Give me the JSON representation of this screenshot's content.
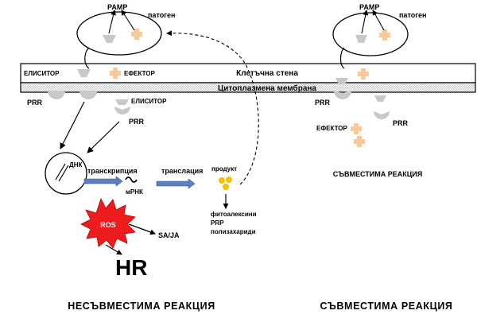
{
  "labels": {
    "pamp_left": "PAMP",
    "pathogen_left": "патоген",
    "pamp_right": "PAMP",
    "pathogen_right": "патоген",
    "cell_wall": "Клетъчна стена",
    "membrane": "Цитоплазмена мембрана",
    "elicitor_top": "ЕЛИСИТОР",
    "effector_top": "ЕФЕКТОР",
    "prr_left": "PRR",
    "elicitor_mid": "ЕЛИСИТОР",
    "prr_mid": "PRR",
    "dna": "ДНК",
    "transcription": "транскрипция",
    "mrna": "мРНК",
    "translation": "транслация",
    "product": "продукт",
    "phytoalexins": "фитоалексини",
    "prp": "PRP",
    "polysaccharides": "полизахариди",
    "ros": "ROS",
    "sa_ja": "SA/JA",
    "hr": "HR",
    "prr_right_1": "PRR",
    "prr_right_2": "PRR",
    "effector_right": "ЕФЕКТОР",
    "compatible_mid": "СЪВМЕСТИМА РЕАКЦИЯ",
    "incompatible_bottom": "НЕСЪВМЕСТИМА РЕАКЦИЯ",
    "compatible_bottom": "СЪВМЕСТИМА РЕАКЦИЯ"
  },
  "colors": {
    "effector": "#f9c99a",
    "receptor": "#c8c8c8",
    "product": "#f2c200",
    "ros": "#ee1c1c",
    "arrow_blue": "#5b7fbf"
  }
}
